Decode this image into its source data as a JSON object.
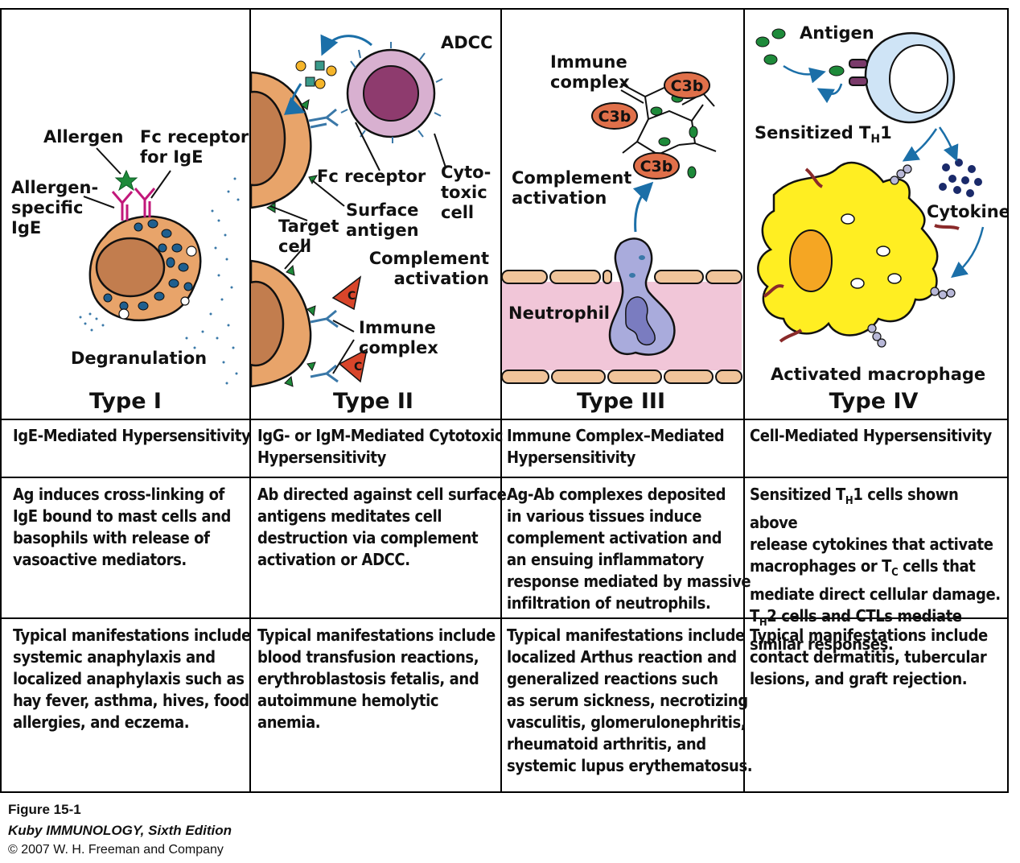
{
  "panels": {
    "type1": {
      "title": "Type I",
      "labels": {
        "allergen": "Allergen",
        "fc_receptor_1": "Fc receptor",
        "fc_receptor_2": "for IgE",
        "allergen_specific_1": "Allergen-",
        "allergen_specific_2": "specific",
        "allergen_specific_3": "IgE",
        "degranulation": "Degranulation"
      }
    },
    "type2": {
      "title": "Type II",
      "labels": {
        "adcc": "ADCC",
        "fc_receptor": "Fc receptor",
        "cytotoxic_1": "Cyto-",
        "cytotoxic_2": "toxic",
        "cytotoxic_3": "cell",
        "surface_1": "Surface",
        "surface_2": "antigen",
        "target_1": "Target",
        "target_2": "cell",
        "complement_1": "Complement",
        "complement_2": "activation",
        "immune_1": "Immune",
        "immune_2": "complex",
        "c_mark": "C"
      }
    },
    "type3": {
      "title": "Type III",
      "labels": {
        "immune_1": "Immune",
        "immune_2": "complex",
        "c3b": "C3b",
        "complement_1": "Complement",
        "complement_2": "activation",
        "neutrophil": "Neutrophil"
      }
    },
    "type4": {
      "title": "Type IV",
      "labels": {
        "antigen": "Antigen",
        "sensitized": "Sensitized T",
        "sensitized_sub": "H",
        "sensitized_num": "1",
        "cytokines": "Cytokines",
        "activated": "Activated macrophage"
      }
    }
  },
  "rows": {
    "names": [
      "IgE-Mediated Hypersensitivity",
      "IgG- or IgM-Mediated Cytotoxic\nHypersensitivity",
      "Immune Complex–Mediated\nHypersensitivity",
      "Cell-Mediated Hypersensitivity"
    ],
    "mechanisms": [
      "Ag induces cross-linking of\nIgE bound to mast cells and\nbasophils with release of\nvasoactive mediators.",
      "Ab directed against cell surface\nantigens meditates cell\ndestruction via complement\nactivation or ADCC.",
      "Ag-Ab complexes deposited\nin various tissues induce\ncomplement activation and\nan ensuing inflammatory\nresponse mediated by massive\ninfiltration of neutrophils."
    ],
    "mech4": {
      "l1a": "Sensitized T",
      "l1sub": "H",
      "l1b": "1 cells shown above",
      "l2": "release cytokines that activate",
      "l3a": "macrophages or T",
      "l3sub": "C",
      "l3b": " cells that",
      "l4": "mediate direct cellular damage.",
      "l5a": "T",
      "l5sub": "H",
      "l5b": "2 cells and CTLs mediate",
      "l6": "similar responses."
    },
    "manifestations": [
      "Typical manifestations include\nsystemic anaphylaxis and\nlocalized anaphylaxis such as\nhay fever, asthma, hives, food\nallergies, and eczema.",
      "Typical manifestations include\nblood transfusion reactions,\nerythroblastosis fetalis, and\nautoimmune hemolytic\nanemia.",
      "Typical manifestations include\nlocalized Arthus reaction and\ngeneralized reactions such\nas serum sickness, necrotizing\nvasculitis, glomerulonephritis,\nrheumatoid arthritis, and\nsystemic lupus erythematosus.",
      "Typical manifestations include\ncontact dermatitis, tubercular\nlesions, and graft rejection."
    ]
  },
  "caption": {
    "figure": "Figure 15-1",
    "book": "Kuby IMMUNOLOGY, Sixth Edition",
    "copyright": "© 2007 W. H. Freeman and Company"
  },
  "colors": {
    "cell_fill": "#e8a46a",
    "nucleus": "#c27d4e",
    "granule": "#1f5f8f",
    "antibody_pink": "#c2187a",
    "antibody_blue": "#3a78a8",
    "cytotoxic": "#d8b0d0",
    "cyto_nucleus": "#8e3b6e",
    "vessel": "#f1c6d8",
    "endothelium": "#f0c49a",
    "neutrophil": "#a9abdc",
    "c3b": "#e0704a",
    "tcell": "#cfe4f6",
    "macrophage": "#ffee22",
    "mac_nucleus": "#f5a623",
    "green_antigen": "#1e8a3a",
    "arrow_blue": "#1b6fa8"
  }
}
